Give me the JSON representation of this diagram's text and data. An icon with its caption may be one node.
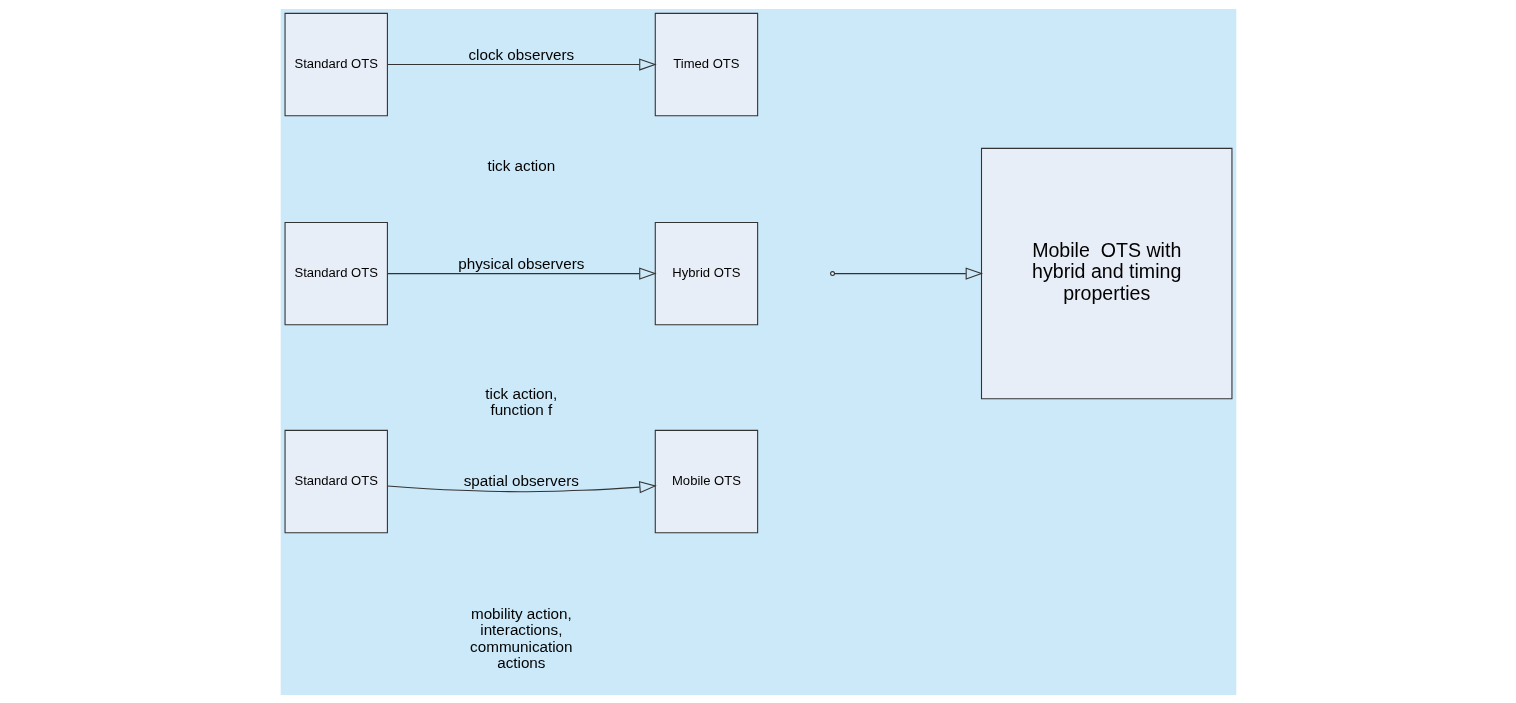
{
  "diagram": {
    "nodes": [
      {
        "text": [
          "Standard OTS"
        ]
      },
      {
        "text": [
          "Timed OTS"
        ]
      },
      {
        "text": [
          "Standard OTS"
        ]
      },
      {
        "text": [
          "Hybrid OTS"
        ]
      },
      {
        "text": [
          "Standard OTS"
        ]
      },
      {
        "text": [
          "Mobile OTS"
        ]
      },
      {
        "text": [
          "Mobile  OTS with hybrid and timing properties"
        ]
      }
    ],
    "edges": [
      {
        "from": 0,
        "to": 1,
        "arrow": "to",
        "label": "clock observers"
      },
      {
        "from": 2,
        "to": 3,
        "arrow": "to",
        "label": "physical observers"
      },
      {
        "from": 4,
        "to": 5,
        "arrow": "to",
        "label": "spatial observers"
      },
      {
        "from": null,
        "to": 6,
        "arrow": "to"
      }
    ],
    "labels": [
      "tick action",
      "tick action, function f",
      "mobility action, interactions, communication actions"
    ]
  }
}
